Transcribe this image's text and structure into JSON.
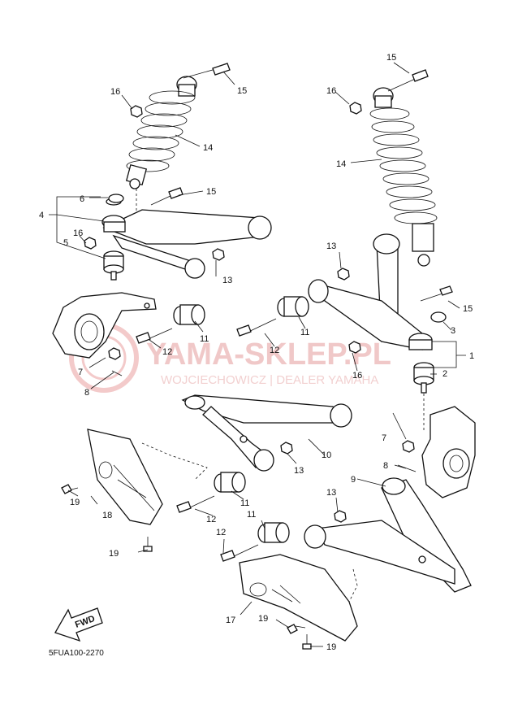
{
  "diagram_code": "5FUA100-2270",
  "fwd_label": "FWD",
  "watermark": {
    "brand": "YAMA-SKLEP.PL",
    "dealer": "WOJCIECHOWICZ | DEALER YAMAHA"
  },
  "labels": {
    "l1": "1",
    "l2": "2",
    "l3": "3",
    "l4": "4",
    "l5": "5",
    "l6": "6",
    "l7a": "7",
    "l7b": "7",
    "l8a": "8",
    "l8b": "8",
    "l9": "9",
    "l10": "10",
    "l11a": "11",
    "l11b": "11",
    "l11c": "11",
    "l11d": "11",
    "l12a": "12",
    "l12b": "12",
    "l12c": "12",
    "l12d": "12",
    "l13a": "13",
    "l13b": "13",
    "l13c": "13",
    "l13d": "13",
    "l14a": "14",
    "l14b": "14",
    "l15a": "15",
    "l15b": "15",
    "l15c": "15",
    "l15d": "15",
    "l16a": "16",
    "l16b": "16",
    "l16c": "16",
    "l16d": "16",
    "l17": "17",
    "l18": "18",
    "l19a": "19",
    "l19b": "19",
    "l19c": "19",
    "l19d": "19"
  }
}
